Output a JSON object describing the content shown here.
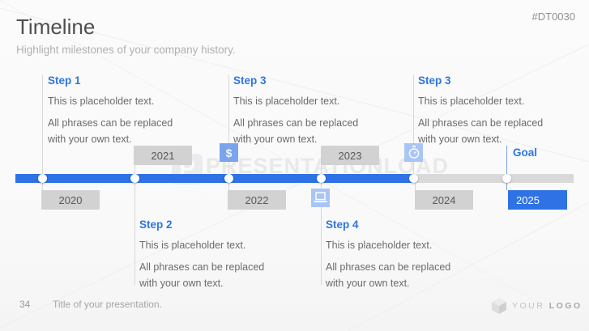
{
  "slide": {
    "code": "#DT0030",
    "title": "Timeline",
    "subtitle": "Highlight milestones of your company history."
  },
  "steps": {
    "top": [
      {
        "label": "Step 1",
        "p1": "This is placeholder text.",
        "p2": "All phrases can be replaced with your own text."
      },
      {
        "label": "Step 3",
        "p1": "This is placeholder text.",
        "p2": "All phrases can be replaced with your own text."
      },
      {
        "label": "Step 3",
        "p1": "This is placeholder text.",
        "p2": "All phrases can be replaced with your own text."
      }
    ],
    "bottom": [
      {
        "label": "Step 2",
        "p1": "This is placeholder text.",
        "p2": "All phrases can be replaced with your own text."
      },
      {
        "label": "Step 4",
        "p1": "This is placeholder text.",
        "p2": "All phrases can be replaced with your own text."
      }
    ]
  },
  "timeline": {
    "years": [
      "2020",
      "2021",
      "2022",
      "2023",
      "2024",
      "2025"
    ],
    "goal_label": "Goal",
    "dollar_glyph": "$",
    "icons": [
      "dollar-icon",
      "laptop-icon",
      "stopwatch-icon"
    ],
    "colors": {
      "bar_blue": "#2e72e5",
      "bar_gray": "#d9d9d9",
      "accent_blue": "#2e75e3",
      "icon_blue_dark": "#7ba4ee",
      "icon_blue_light": "#a9c5f6",
      "year_box_gray": "#d2d2d2"
    }
  },
  "watermark": {
    "text": "PRESENTATIONLOAD",
    "logo_letter": "P"
  },
  "footer": {
    "page_number": "34",
    "title": "Title of your presentation.",
    "logo_word_1": "YOUR",
    "logo_word_2": "LOGO"
  }
}
